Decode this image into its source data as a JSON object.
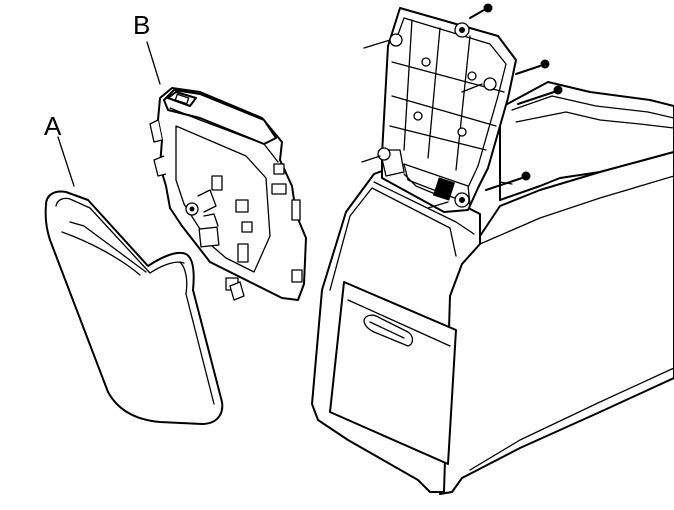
{
  "diagram": {
    "callouts": [
      {
        "id": "A",
        "text": "A"
      },
      {
        "id": "B",
        "text": "B"
      }
    ],
    "colors": {
      "stroke": "#000000",
      "background": "#ffffff"
    }
  }
}
